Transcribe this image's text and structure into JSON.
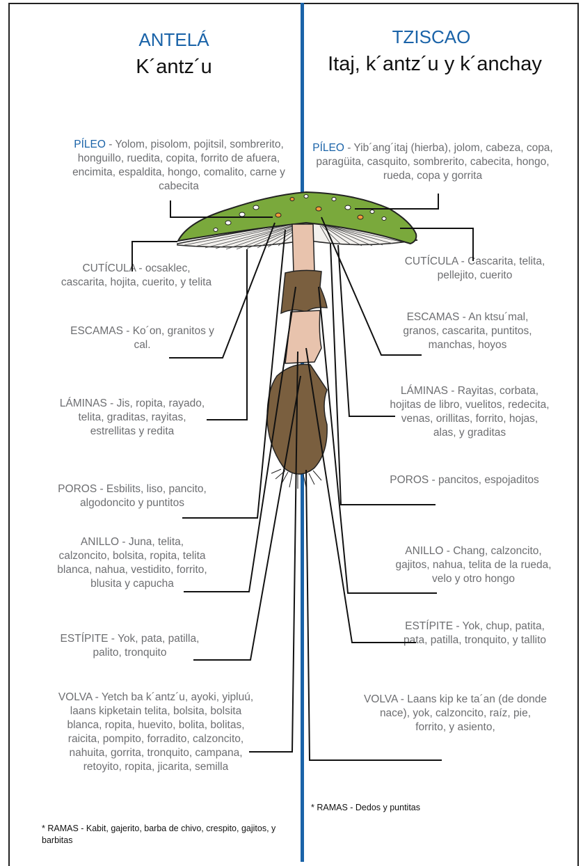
{
  "left": {
    "heading": "ANTELÁ",
    "subheading": "K´antz´u",
    "labels": [
      {
        "term": "PÍLEO",
        "text": " - Yolom, pisolom, pojitsil, sombrerito, honguillo, ruedita, copita, forrito de afuera, encimita, espaldita, hongo, comalito, carne y cabecita"
      },
      {
        "term": "CUTÍCULA",
        "text": " - ocsaklec, cascarita, hojita, cuerito, y telita"
      },
      {
        "term": "ESCAMAS",
        "text": " - Ko´on, granitos y cal."
      },
      {
        "term": "LÁMINAS",
        "text": " - Jis, ropita, rayado, telita, graditas, rayitas, estrellitas y redita"
      },
      {
        "term": "POROS",
        "text": " - Esbilits, liso, pancito, algodoncito y puntitos"
      },
      {
        "term": "ANILLO",
        "text": " - Juna, telita, calzoncito, bolsita, ropita, telita blanca, nahua, vestidito, forrito, blusita y capucha"
      },
      {
        "term": "ESTÍPITE",
        "text": " - Yok, pata, patilla, palito, tronquito"
      },
      {
        "term": "VOLVA",
        "text": " - Yetch ba k´antz´u, ayoki, yipluú, laans kipketain telita, bolsita, bolsita blanca, ropita, huevito, bolita, bolitas, raicita, pompito, forradito, calzoncito, nahuita, gorrita, tronquito, campana, retoyito, ropita, jicarita, semilla"
      }
    ],
    "note": "* RAMAS - Kabit, gajerito, barba de chivo, crespito, gajitos, y barbitas"
  },
  "right": {
    "heading": "TZISCAO",
    "subheading": "Itaj, k´antz´u y k´anchay",
    "labels": [
      {
        "term": "PÍLEO",
        "text": " - Yib´ang´itaj (hierba), jolom, cabeza, copa, paragüita, casquito, sombrerito, cabecita, hongo, rueda, copa y gorrita"
      },
      {
        "term": "CUTÍCULA",
        "text": " - Cascarita, telita, pellejito, cuerito"
      },
      {
        "term": "ESCAMAS",
        "text": " - An ktsu´mal, granos, cascarita, puntitos, manchas, hoyos"
      },
      {
        "term": "LÁMINAS",
        "text": " - Rayitas, corbata, hojitas de libro, vuelitos, redecita, venas, orillitas, forrito, hojas, alas, y graditas"
      },
      {
        "term": "POROS",
        "text": " - pancitos, espojaditos"
      },
      {
        "term": "ANILLO",
        "text": " - Chang, calzoncito, gajitos, nahua, telita de la rueda, velo y otro hongo"
      },
      {
        "term": "ESTÍPITE",
        "text": " - Yok, chup, patita, pata, patilla, tronquito, y tallito"
      },
      {
        "term": "VOLVA",
        "text": " - Laans kip ke ta´an (de donde nace), yok, calzoncito, raíz, pie, forrito, y asiento,"
      }
    ],
    "note": "* RAMAS - Dedos y puntitas"
  },
  "colors": {
    "accent": "#1a63a8",
    "label_gray": "#6d6e71",
    "cap_green": "#7aa93c",
    "stem": "#e8c3ad",
    "volva_brown": "#7a5f3f",
    "scale_orange": "#f39a3a"
  }
}
